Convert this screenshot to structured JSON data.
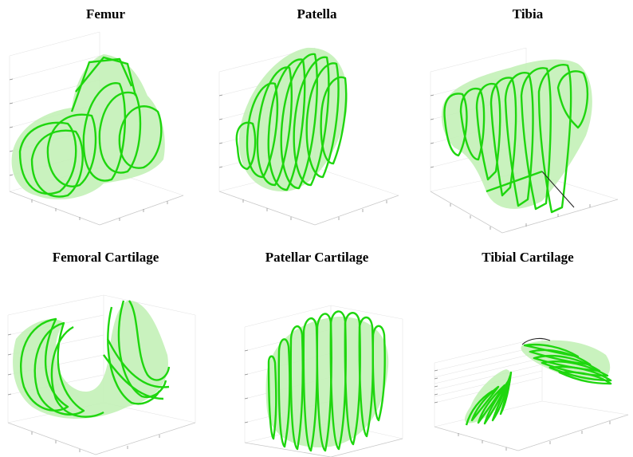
{
  "figure": {
    "colors": {
      "segmentation": "#1ed60e",
      "shaded_surface": "#bff0b3",
      "ground_truth": "#262626",
      "axes": "#c8c8c8"
    },
    "panels": [
      {
        "id": "femur",
        "title": "Femur"
      },
      {
        "id": "patella",
        "title": "Patella"
      },
      {
        "id": "tibia",
        "title": "Tibia"
      },
      {
        "id": "femoral-cartilage",
        "title": "Femoral Cartilage"
      },
      {
        "id": "patellar-cartilage",
        "title": "Patellar Cartilage"
      },
      {
        "id": "tibial-cartilage",
        "title": "Tibial Cartilage"
      }
    ]
  }
}
